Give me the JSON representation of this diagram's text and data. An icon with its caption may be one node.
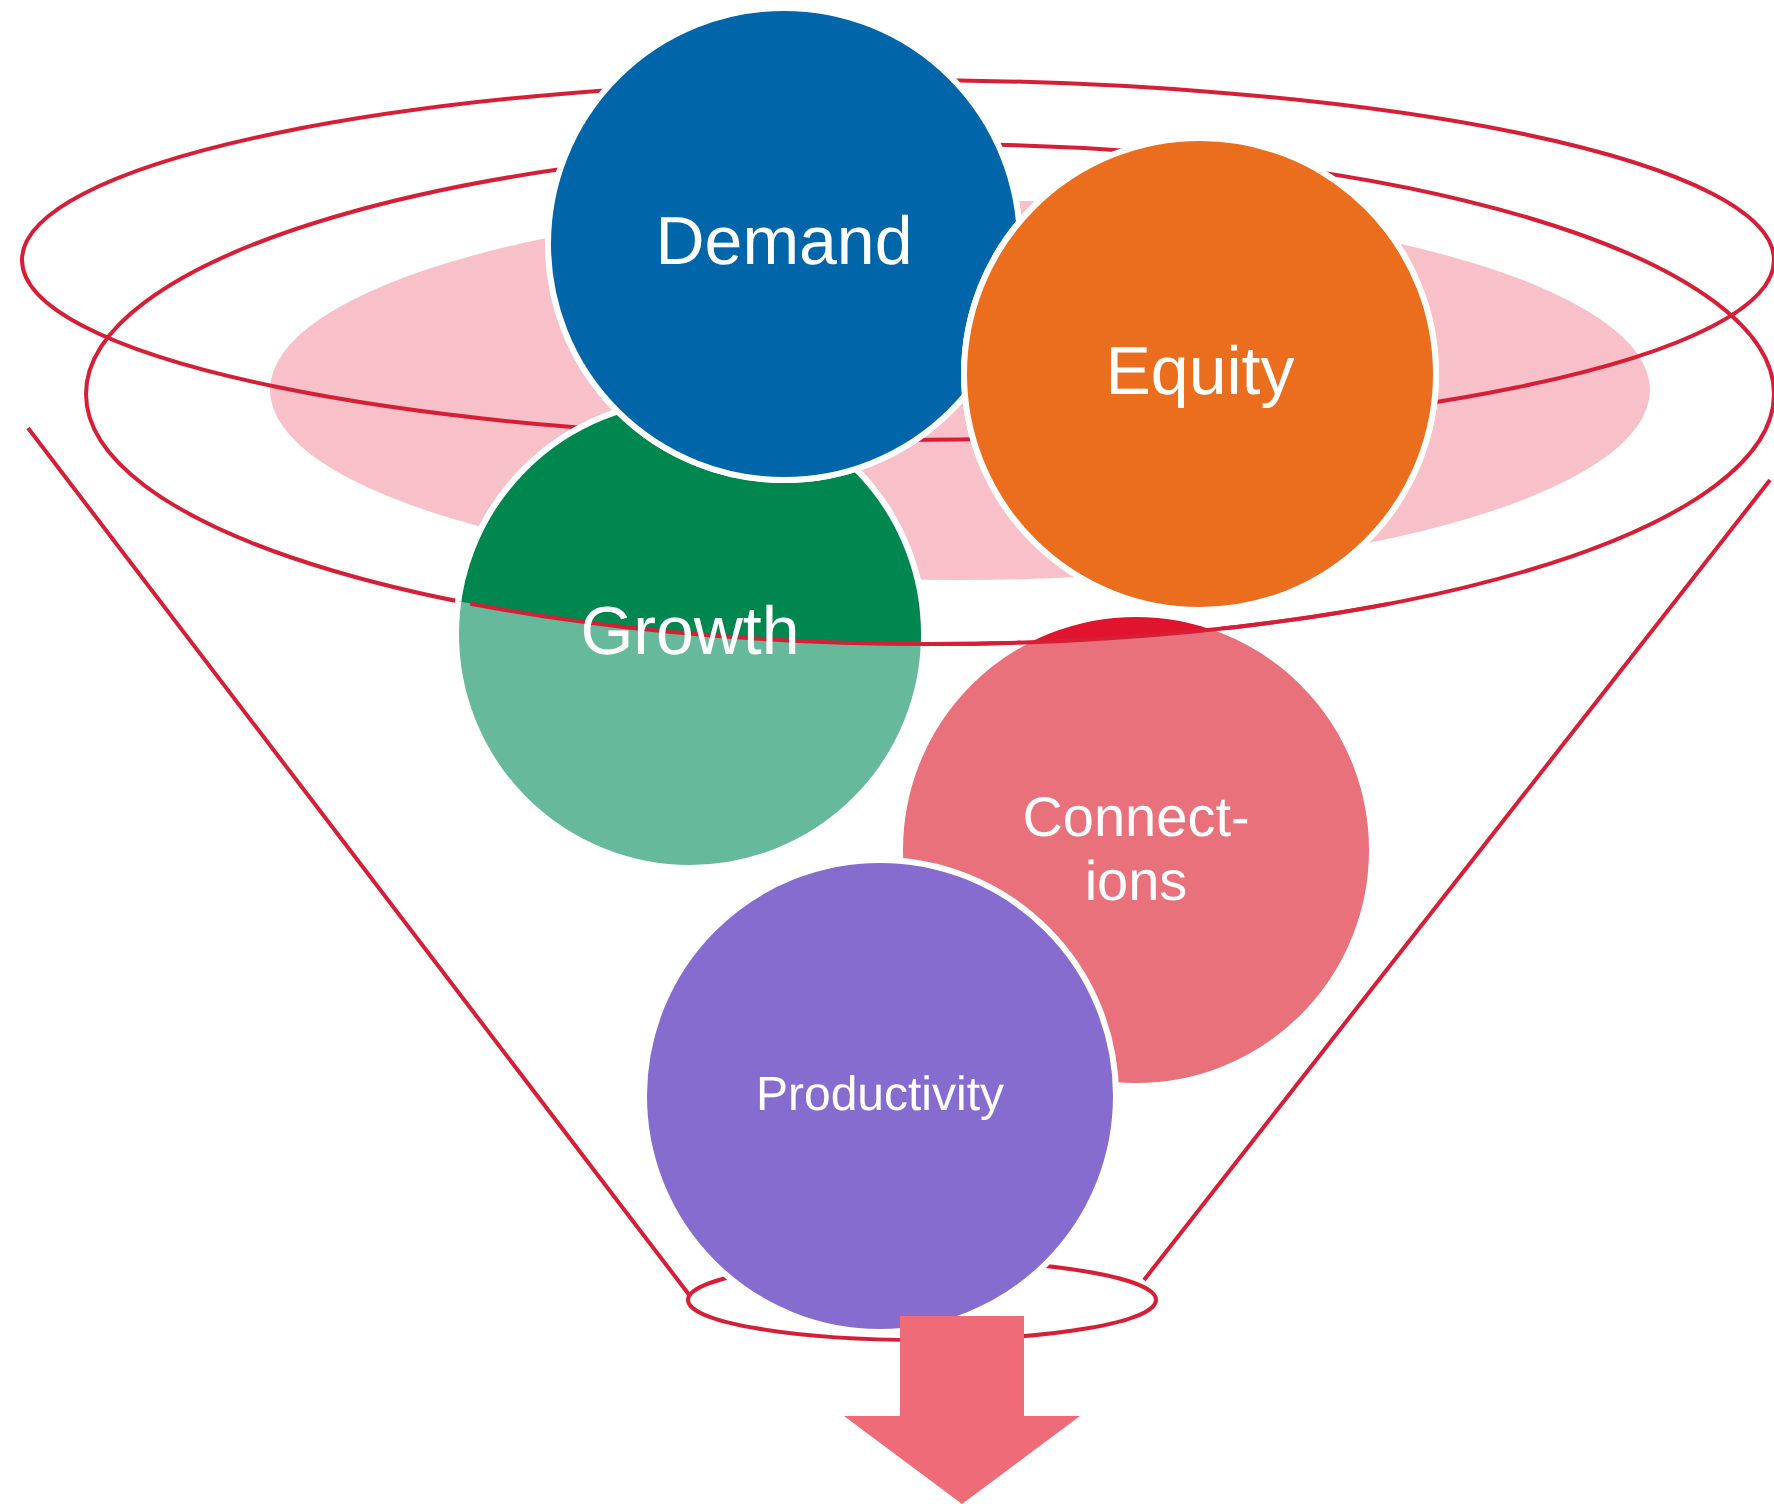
{
  "diagram": {
    "nodes": [
      {
        "text": [
          "Demand"
        ]
      },
      {
        "text": [
          "Equity"
        ]
      },
      {
        "text": [
          "Growth"
        ]
      },
      {
        "text": [
          "Connect- ions"
        ]
      },
      {
        "text": [
          "Productivity"
        ]
      }
    ]
  }
}
